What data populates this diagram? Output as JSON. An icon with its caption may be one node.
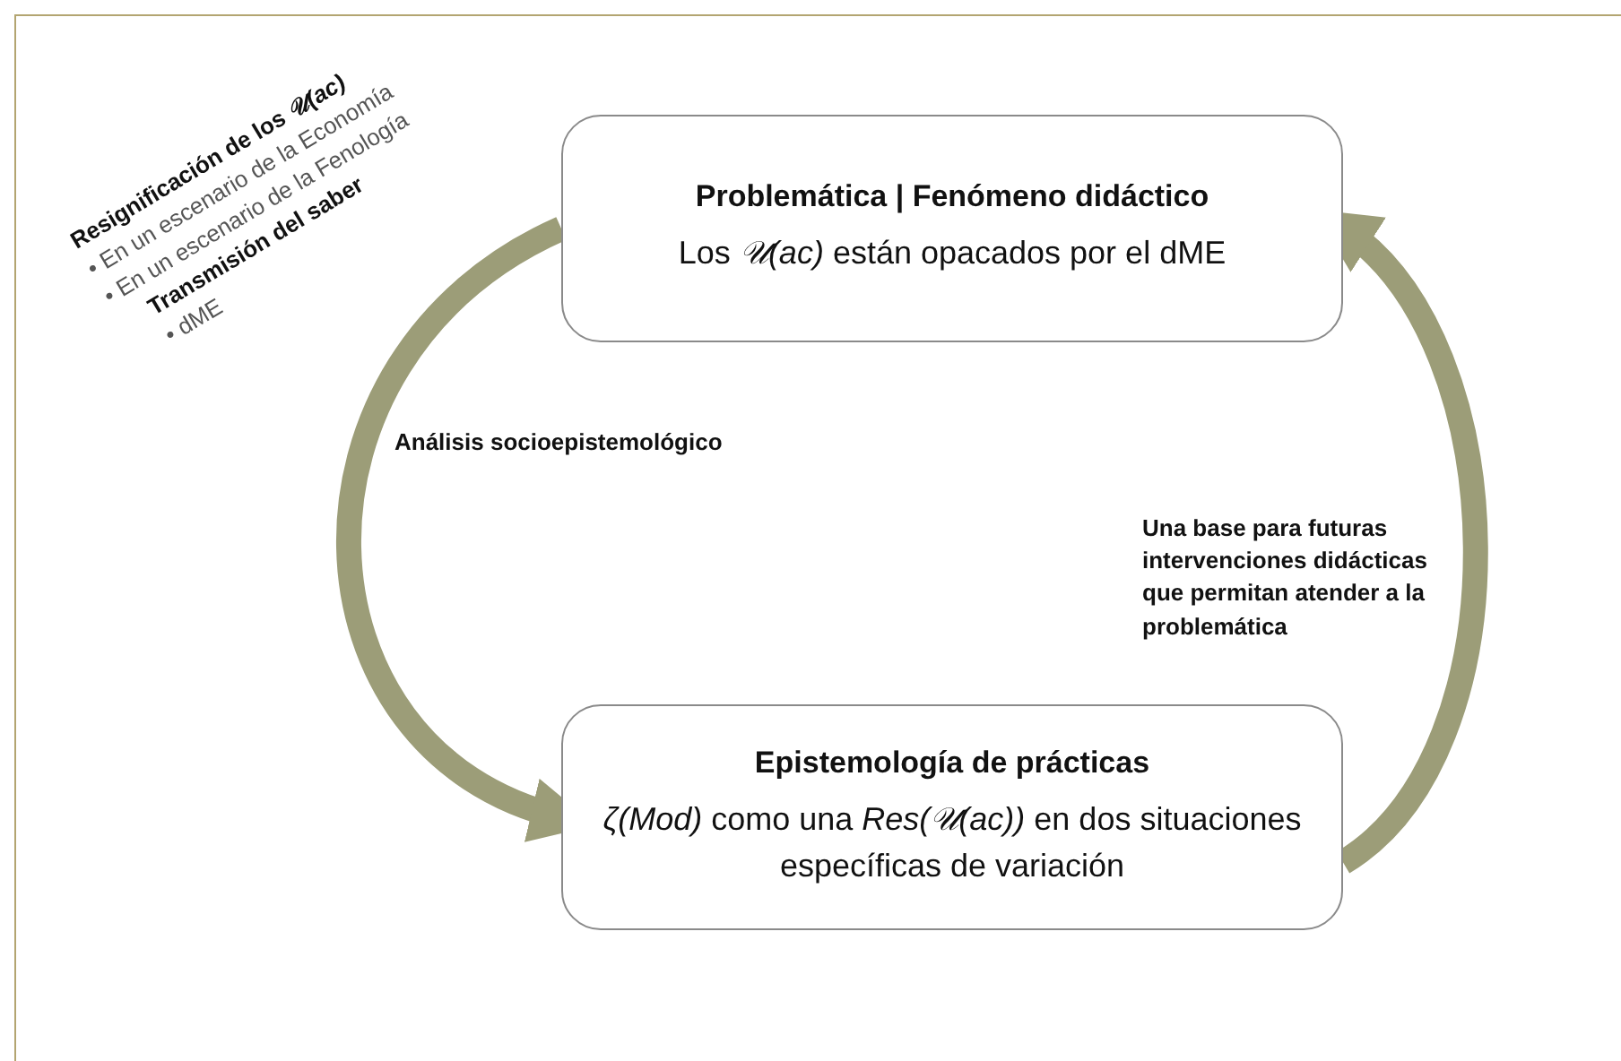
{
  "diagram": {
    "nodes": [
      {
        "text": [
          "Problemática | Fenómeno didáctico",
          "Los *𝒰(ac)* están opacados por el dME"
        ]
      },
      {
        "text": [
          "Epistemología de prácticas",
          "*ζ(Mod)* como una *Res(𝒰(ac))* en dos situaciones específicas de variación"
        ]
      }
    ],
    "edges": [
      {
        "from": 0,
        "to": 1,
        "arrow": "to",
        "label": "Análisis socioepistemológico"
      },
      {
        "from": 1,
        "to": 0,
        "arrow": "to",
        "label": "Una base para futuras intervenciones didácticas que permitan atender a la problemática"
      }
    ],
    "labels": [
      "Resignificación de los *𝒰(ac)*",
      "• En un escenario de la Economía",
      "• En un escenario de la Fenología",
      "Transmisión del saber",
      "• dME"
    ]
  }
}
